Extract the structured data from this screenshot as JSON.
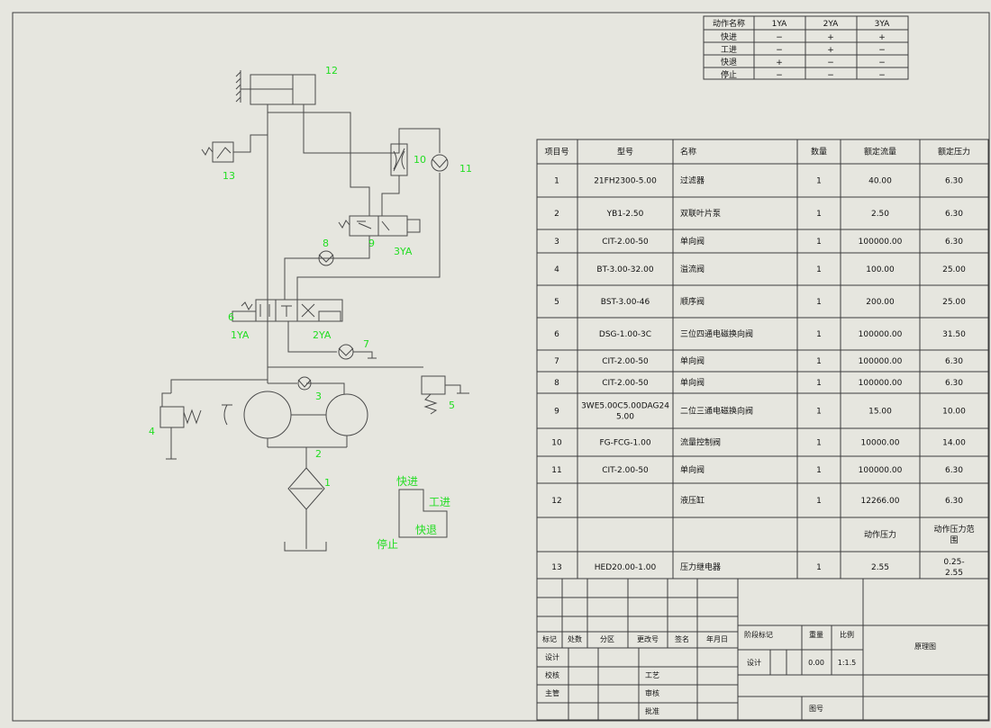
{
  "action_table": {
    "headers": [
      "动作名称",
      "1YA",
      "2YA",
      "3YA"
    ],
    "rows": [
      [
        "快进",
        "−",
        "+",
        "+"
      ],
      [
        "工进",
        "−",
        "+",
        "−"
      ],
      [
        "快退",
        "+",
        "−",
        "−"
      ],
      [
        "停止",
        "−",
        "−",
        "−"
      ]
    ]
  },
  "parts_table": {
    "headers": [
      "项目号",
      "型号",
      "名称",
      "数量",
      "额定流量",
      "额定压力"
    ],
    "rows": [
      [
        "1",
        "21FH2300-5.00",
        "过滤器",
        "1",
        "40.00",
        "6.30"
      ],
      [
        "2",
        "YB1-2.50",
        "双联叶片泵",
        "1",
        "2.50",
        "6.30"
      ],
      [
        "3",
        "CIT-2.00-50",
        "单向阀",
        "1",
        "100000.00",
        "6.30"
      ],
      [
        "4",
        "BT-3.00-32.00",
        "溢流阀",
        "1",
        "100.00",
        "25.00"
      ],
      [
        "5",
        "BST-3.00-46",
        "顺序阀",
        "1",
        "200.00",
        "25.00"
      ],
      [
        "6",
        "DSG-1.00-3C",
        "三位四通电磁换向阀",
        "1",
        "100000.00",
        "31.50"
      ],
      [
        "7",
        "CIT-2.00-50",
        "单向阀",
        "1",
        "100000.00",
        "6.30"
      ],
      [
        "8",
        "CIT-2.00-50",
        "单向阀",
        "1",
        "100000.00",
        "6.30"
      ],
      [
        "9",
        "3WE5.00C5.00DAG24 5.00",
        "二位三通电磁换向阀",
        "1",
        "15.00",
        "10.00"
      ],
      [
        "10",
        "FG-FCG-1.00",
        "流量控制阀",
        "1",
        "10000.00",
        "14.00"
      ],
      [
        "11",
        "CIT-2.00-50",
        "单向阀",
        "1",
        "100000.00",
        "6.30"
      ],
      [
        "12",
        "",
        "液压缸",
        "1",
        "12266.00",
        "6.30"
      ],
      [
        "",
        "",
        "",
        "",
        "动作压力",
        "动作压力范围"
      ],
      [
        "13",
        "HED20.00-1.00",
        "压力继电器",
        "1",
        "2.55",
        "0.25-2.55"
      ]
    ]
  },
  "title_block": {
    "row_labels": [
      "标记",
      "处数",
      "分区",
      "更改号",
      "签名",
      "年月日"
    ],
    "design": "设计",
    "check": "校核",
    "main": "主管",
    "process": "工艺",
    "review": "审核",
    "approve": "批准",
    "stage": "阶段标记",
    "weight": "重量",
    "scale": "比例",
    "weight_value": "0.00",
    "scale_value": "1:1.5",
    "drawing_name": "原理图",
    "sheet": "图号"
  },
  "diagram": {
    "labels": [
      "1",
      "2",
      "3",
      "4",
      "5",
      "6",
      "7",
      "8",
      "9",
      "10",
      "11",
      "12",
      "13"
    ],
    "solenoids": [
      "1YA",
      "2YA",
      "3YA"
    ],
    "cycle": [
      "快进",
      "工进",
      "快退",
      "停止"
    ]
  }
}
